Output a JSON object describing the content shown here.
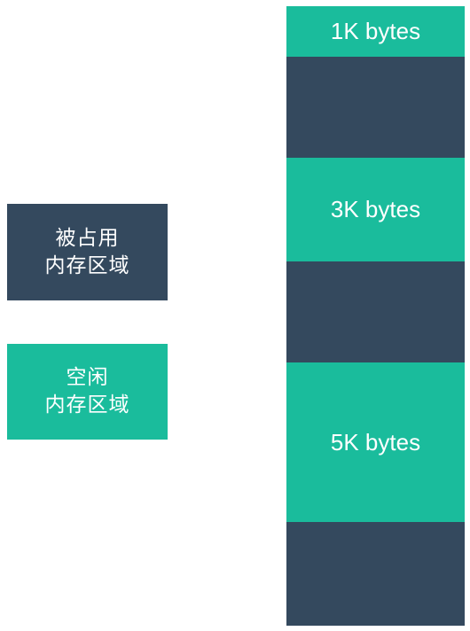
{
  "colors": {
    "occupied": "#34495e",
    "free": "#1abc9c"
  },
  "legend": {
    "occupied": {
      "line1": "被占用",
      "line2": "内存区域"
    },
    "free": {
      "line1": "空闲",
      "line2": "内存区域"
    }
  },
  "memory_blocks": [
    {
      "state": "free",
      "label": "1K bytes"
    },
    {
      "state": "occupied",
      "label": ""
    },
    {
      "state": "free",
      "label": "3K bytes"
    },
    {
      "state": "occupied",
      "label": ""
    },
    {
      "state": "free",
      "label": "5K bytes"
    },
    {
      "state": "occupied",
      "label": ""
    }
  ]
}
